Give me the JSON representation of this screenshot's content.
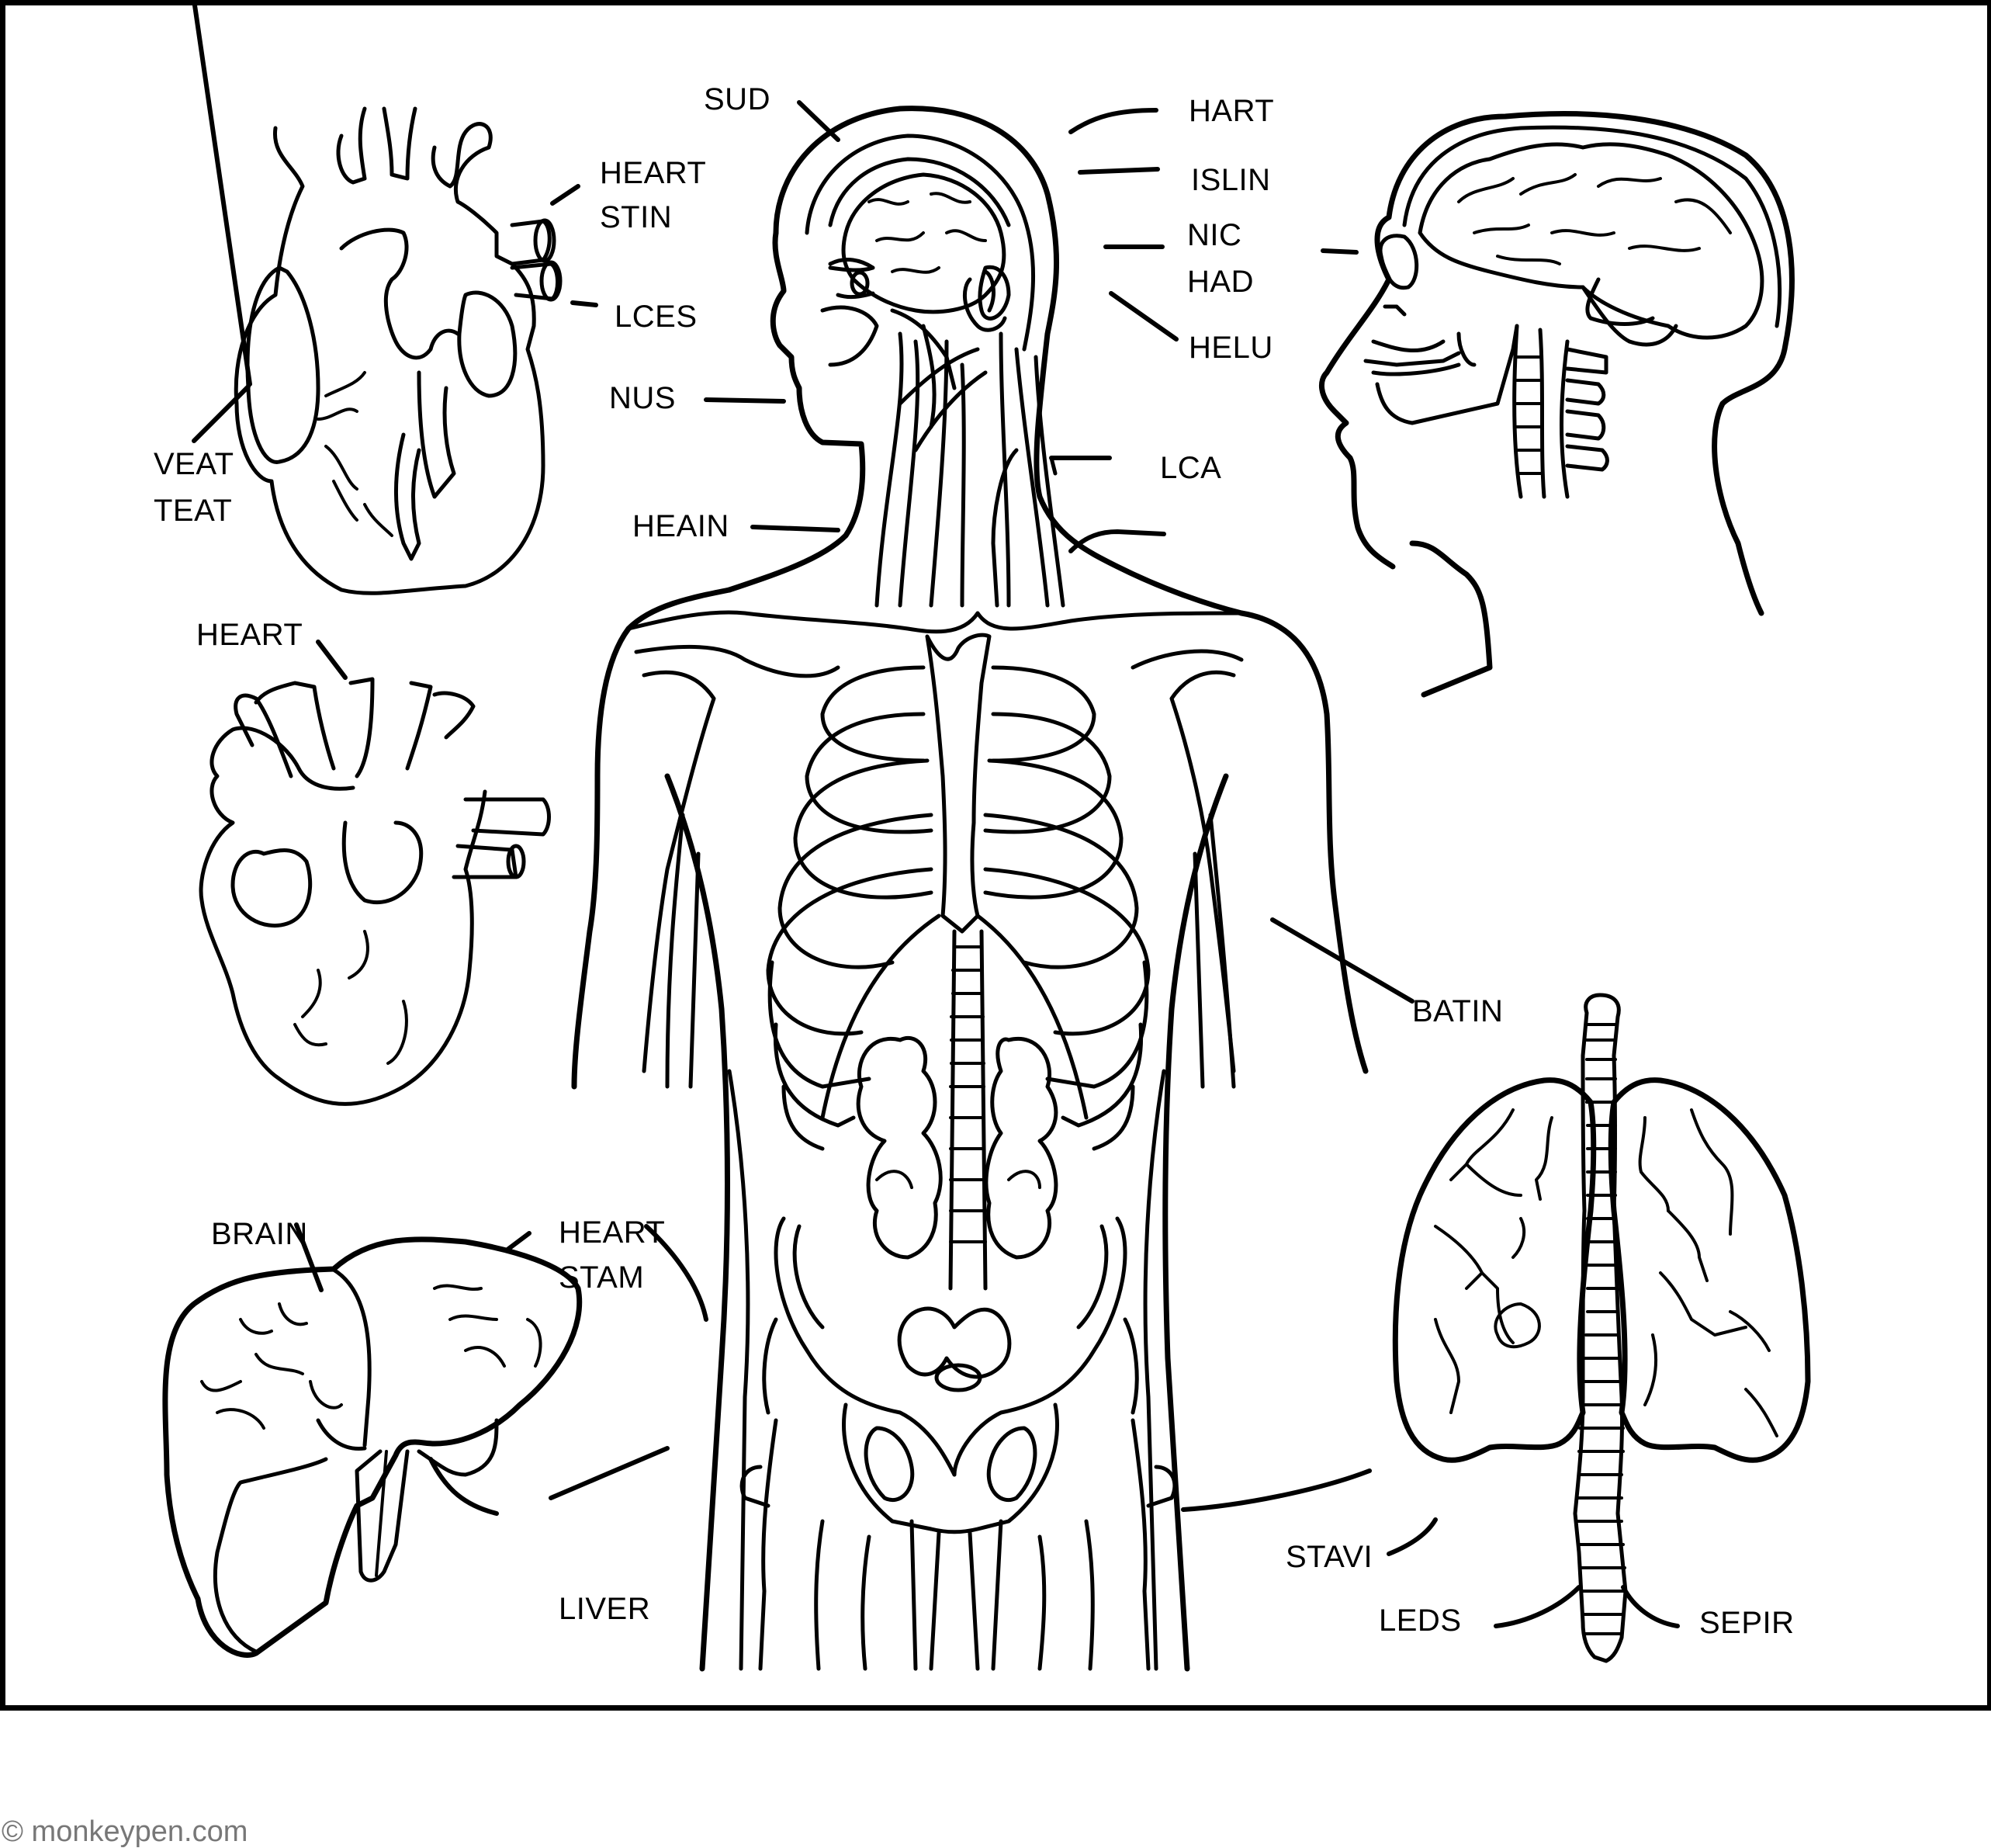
{
  "colors": {
    "line": "#000000",
    "background": "#ffffff",
    "copyright": "#777777"
  },
  "labels": {
    "sud": "SUD",
    "hart": "HART",
    "heart_stin_1": "HEART",
    "heart_stin_2": "STIN",
    "islin": "ISLIN",
    "nic_had_1": "NIC",
    "nic_had_2": "HAD",
    "lces": "LCES",
    "helu": "HELU",
    "nus": "NUS",
    "veat_teat_1": "VEAT",
    "veat_teat_2": "TEAT",
    "lca": "LCA",
    "heain": "HEAIN",
    "heart": "HEART",
    "batin": "BATIN",
    "brain": "BRAIN",
    "heart_stam_1": "HEART",
    "heart_stam_2": "STAM",
    "stavi": "STAVI",
    "liver": "LIVER",
    "leds": "LEDS",
    "sepir": "SEPIR"
  },
  "illustrations": [
    "anatomical-heart-top-left",
    "heart-middle-left",
    "liver-bottom-left",
    "human-torso-center",
    "head-skull-brain-top-right",
    "lungs-trachea-bottom-right"
  ],
  "footer": {
    "copyright": "© monkeypen.com"
  }
}
